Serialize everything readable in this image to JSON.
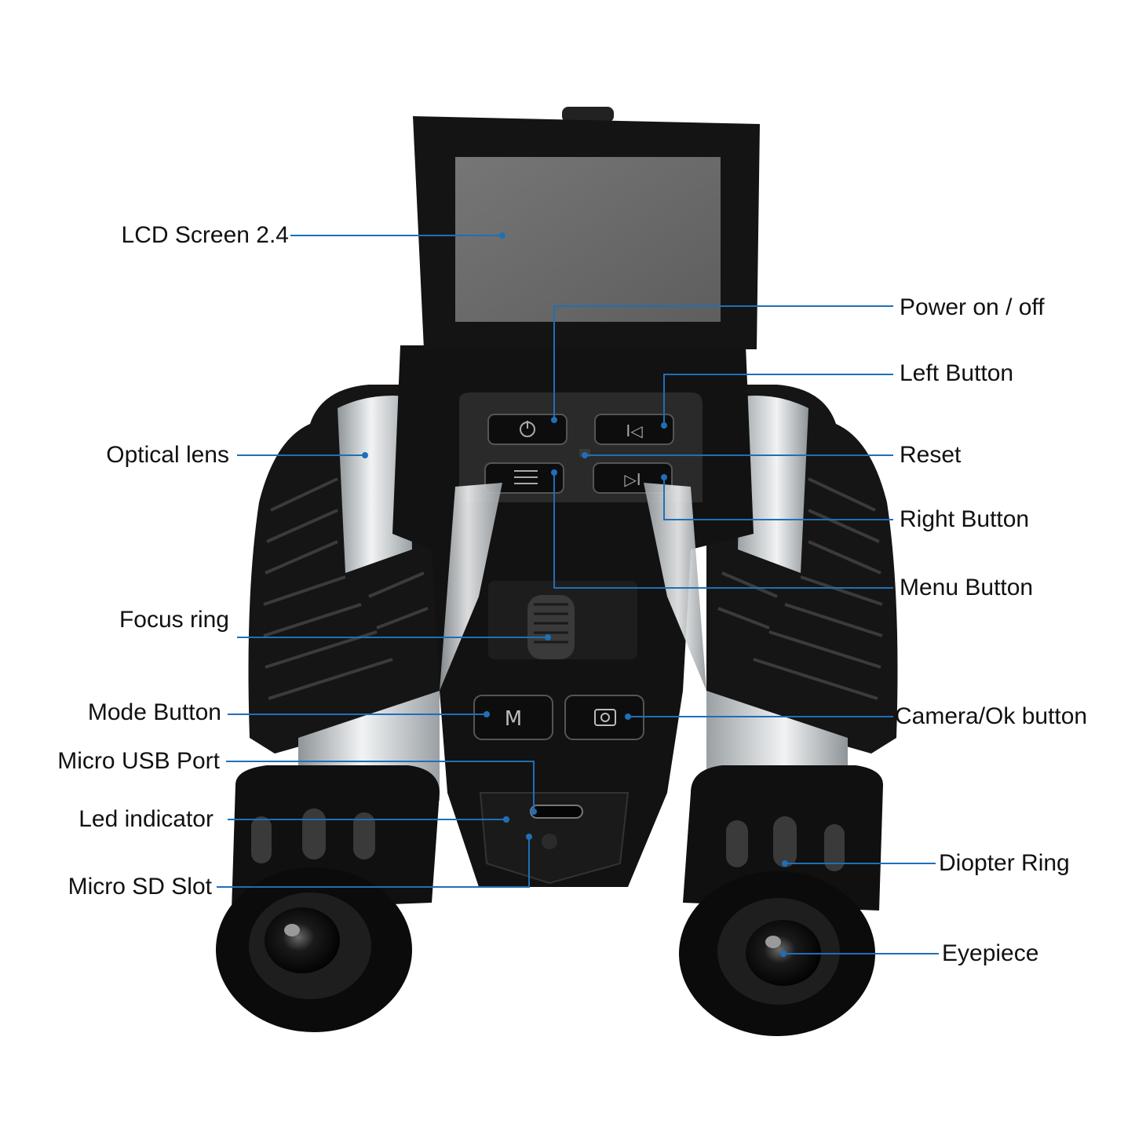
{
  "labels": {
    "lcd_screen": "LCD Screen 2.4",
    "optical_lens": "Optical lens",
    "focus_ring": "Focus ring",
    "mode_button": "Mode Button",
    "micro_usb_port": "Micro USB Port",
    "led_indicator": "Led indicator",
    "micro_sd_slot": "Micro SD Slot",
    "power": "Power on / off",
    "left_button": "Left Button",
    "reset": "Reset",
    "right_button": "Right Button",
    "menu_button": "Menu Button",
    "camera_ok": "Camera/Ok button",
    "diopter_ring": "Diopter Ring",
    "eyepiece": "Eyepiece"
  },
  "buttons": {
    "mode_glyph": "M",
    "left_glyph": "I◁",
    "right_glyph": "▷I"
  },
  "colors": {
    "leader": "#1f6fb8",
    "body_dark": "#1a1a1a",
    "silver": "#cfd3d6",
    "screen": "#6f6f6f"
  }
}
